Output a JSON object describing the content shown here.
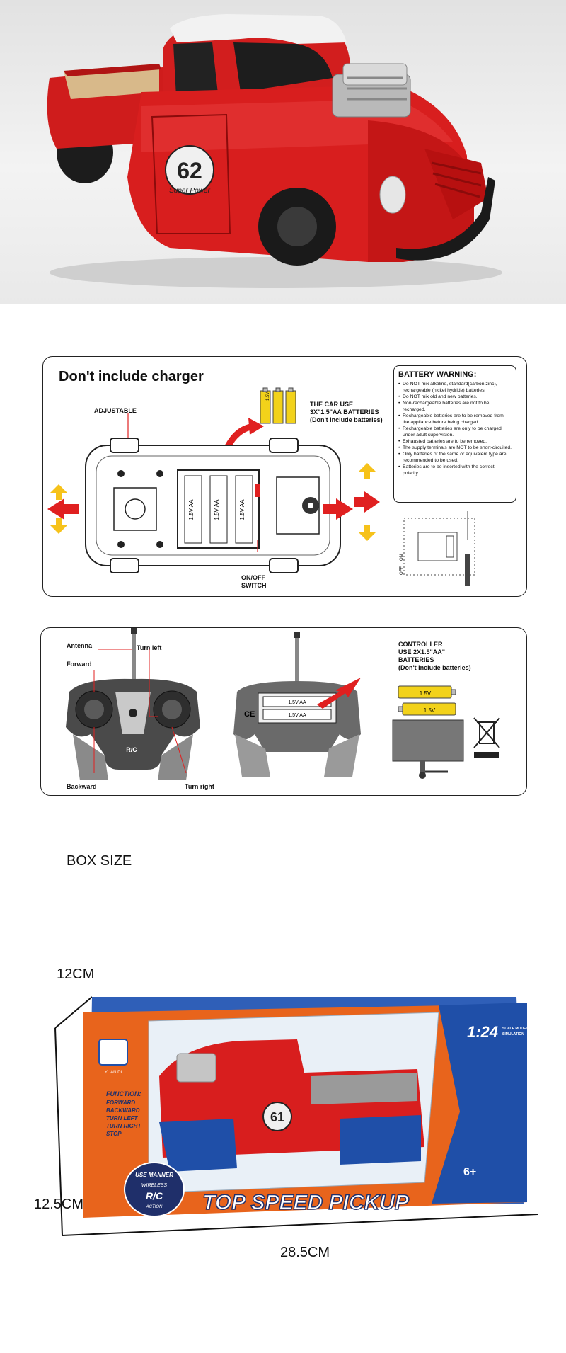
{
  "manual": {
    "charger_note": "Don't include charger",
    "adjustable_label": "ADJUSTABLE",
    "car_batteries_line1": "THE CAR USE",
    "car_batteries_line2": "3X\"1.5\"AA BATTERIES",
    "car_batteries_line3": "(Don't include batteries)",
    "battery_cell_label": "1.5V",
    "battery_compartment_cell": "1.5V AA",
    "switch_label_line1": "ON/OFF",
    "switch_label_line2": "SWITCH",
    "warning_title": "BATTERY WARNING:",
    "warnings": [
      "Do NOT mix alkaline, standard(carbon zinc), rechargeable (nickel hydride) batteries.",
      "Do NOT mix old and new batteries.",
      "Non-rechargeable batteries are not to be recharged.",
      "Rechargeable batteries are to be removed from the appliance before being charged.",
      "Rechargeable batteries are only to be charged under adult supervision.",
      "Exhausted batteries are to be removed.",
      "The supply terminals are NOT to be short-circuited.",
      "Only batteries of the same or equivalent type are recommended to be used.",
      "Batteries are to be inserted with the correct polarity."
    ],
    "chassis_switch_on": "ON",
    "chassis_switch_off": "OFF"
  },
  "controller": {
    "antenna_label": "Antenna",
    "forward_label": "Forward",
    "turn_left_label": "Turn left",
    "backward_label": "Backward",
    "turn_right_label": "Turn right",
    "rc_badge": "R/C",
    "ce_mark": "CE",
    "batteries_line1": "CONTROLLER",
    "batteries_line2": "USE 2X1.5\"AA\"",
    "batteries_line3": "BATTERIES",
    "batteries_line4": "(Don't include batteries)",
    "cell_label": "1.5V",
    "compartment_cell": "1.5V AA"
  },
  "truck_photo": {
    "door_number": "62",
    "door_text": "Super Power"
  },
  "box": {
    "heading": "BOX SIZE",
    "height_label": "12CM",
    "depth_label": "12.5CM",
    "length_label": "28.5CM",
    "brand_name": "YUAN DI",
    "function_title": "FUNCTION:",
    "function_items": [
      "FORWARD",
      "BACKWARD",
      "TURN LEFT",
      "TURN RIGHT",
      "STOP"
    ],
    "scale": "1:24",
    "scale_note_line1": "SCALE MODEL",
    "scale_note_line2": "SIMULATION",
    "product_title": "TOP SPEED PICKUP",
    "product_subtitle": "CLASSIC MODEL CARS",
    "badge_line1": "USE MANNER",
    "badge_line2": "WIRELESS",
    "badge_line3": "R/C",
    "badge_line4": "ACTION",
    "age": "6+",
    "door_number": "61"
  },
  "colors": {
    "truck_red": "#d81e1e",
    "box_orange": "#e8641c",
    "box_blue": "#1f4fa8",
    "battery_yellow": "#f2d21a",
    "arrow_red": "#e02020",
    "arrow_yellow": "#f6c21a"
  }
}
